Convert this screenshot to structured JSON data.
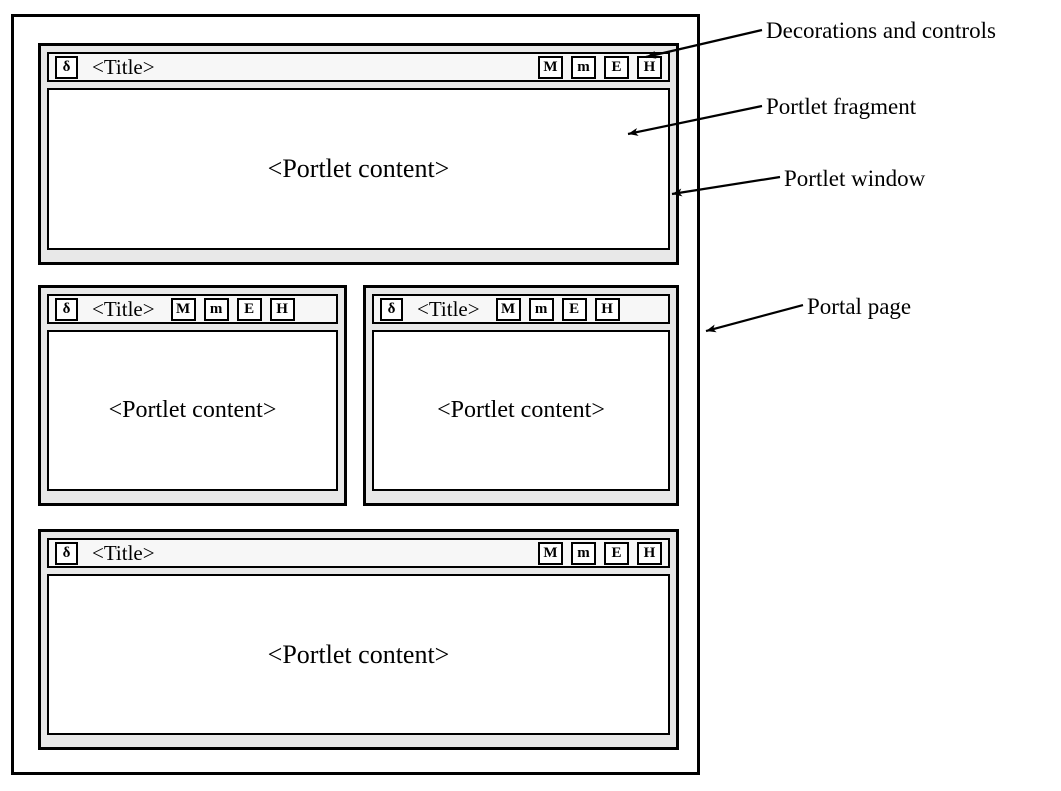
{
  "diagram": {
    "title": "Portal page structure with portlet windows",
    "colors": {
      "line": "#000000",
      "window_bg": "#e8e8e8",
      "titlebar_bg": "#f7f7f7",
      "content_bg": "#ffffff"
    }
  },
  "portlet": {
    "icon": "delta-icon",
    "icon_glyph": "δ",
    "title": "<Title>",
    "content": "<Portlet content>",
    "controls": [
      {
        "name": "maximize-control",
        "label": "M"
      },
      {
        "name": "minimize-control",
        "label": "m"
      },
      {
        "name": "edit-control",
        "label": "E"
      },
      {
        "name": "help-control",
        "label": "H"
      }
    ]
  },
  "portlets": [
    {
      "id": "top",
      "layout": "spread",
      "title": "<Title>",
      "content": "<Portlet content>",
      "controls": [
        "M",
        "m",
        "E",
        "H"
      ]
    },
    {
      "id": "middle-left",
      "layout": "packed",
      "title": "<Title>",
      "content": "<Portlet content>",
      "controls": [
        "M",
        "m",
        "E",
        "H"
      ]
    },
    {
      "id": "middle-right",
      "layout": "packed",
      "title": "<Title>",
      "content": "<Portlet content>",
      "controls": [
        "M",
        "m",
        "E",
        "H"
      ]
    },
    {
      "id": "bottom",
      "layout": "spread",
      "title": "<Title>",
      "content": "<Portlet content>",
      "controls": [
        "M",
        "m",
        "E",
        "H"
      ]
    }
  ],
  "callouts": [
    {
      "id": "decorations",
      "label": "Decorations and controls"
    },
    {
      "id": "fragment",
      "label": "Portlet fragment"
    },
    {
      "id": "window",
      "label": "Portlet window"
    },
    {
      "id": "portal",
      "label": "Portal page"
    }
  ]
}
